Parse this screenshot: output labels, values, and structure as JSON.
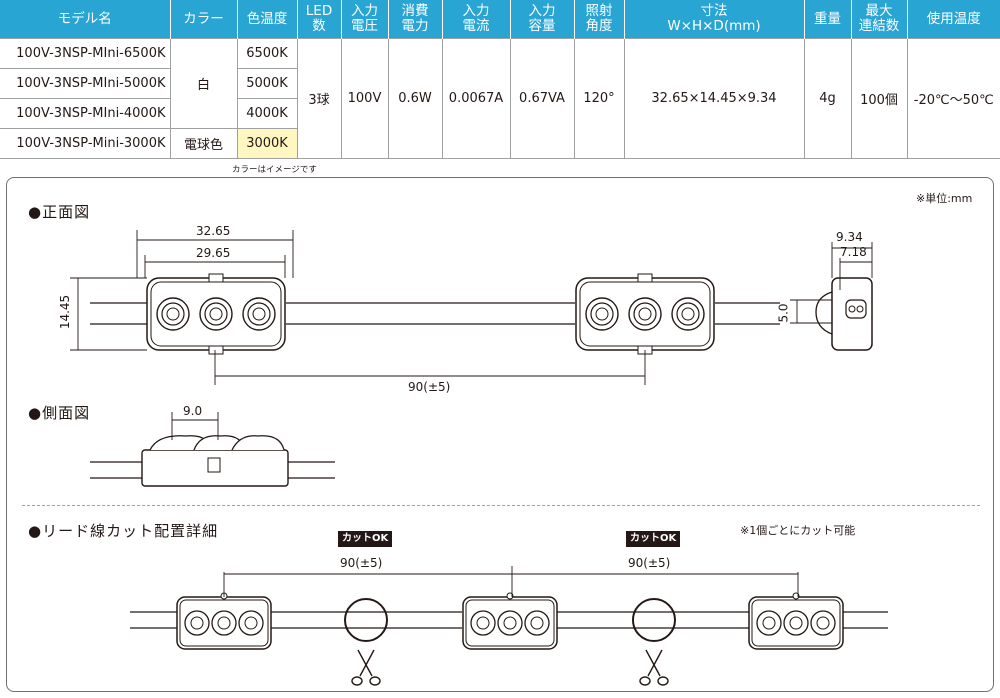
{
  "table": {
    "headers": [
      "モデル名",
      "カラー",
      "色温度",
      "LED 数",
      "入力 電圧",
      "消費 電力",
      "入力 電流",
      "入力 容量",
      "照射 角度",
      "寸法 W×H×D(mm)",
      "重量",
      "最大 連結数",
      "使用温度"
    ],
    "rows": [
      {
        "model": "100V-3NSP-MIni-6500K",
        "temp": "6500K"
      },
      {
        "model": "100V-3NSP-MIni-5000K",
        "temp": "5000K"
      },
      {
        "model": "100V-3NSP-MIni-4000K",
        "temp": "4000K"
      },
      {
        "model": "100V-3NSP-Mini-3000K",
        "temp": "3000K"
      }
    ],
    "color_white": "白",
    "color_bulb": "電球色",
    "led_count": "3球",
    "voltage": "100V",
    "power": "0.6W",
    "current": "0.0067A",
    "capacity": "0.67VA",
    "angle": "120°",
    "dimensions": "32.65×14.45×9.34",
    "weight": "4g",
    "max_connect": "100個",
    "temperature": "-20℃～50℃"
  },
  "color_note": "カラーはイメージです",
  "unit_note": "※単位:mm",
  "front_view": {
    "title": "●正面図",
    "w_outer": "32.65",
    "w_inner": "29.65",
    "height": "14.45",
    "pitch": "90(±5)",
    "depth": "9.34",
    "depth_inner": "7.18",
    "side_h": "5.0"
  },
  "side_view": {
    "title": "●側面図",
    "pitch": "9.0"
  },
  "cut_detail": {
    "title": "●リード線カット配置詳細",
    "note": "※1個ごとにカット可能",
    "badge": "カットOK",
    "pitch": "90(±5)"
  }
}
